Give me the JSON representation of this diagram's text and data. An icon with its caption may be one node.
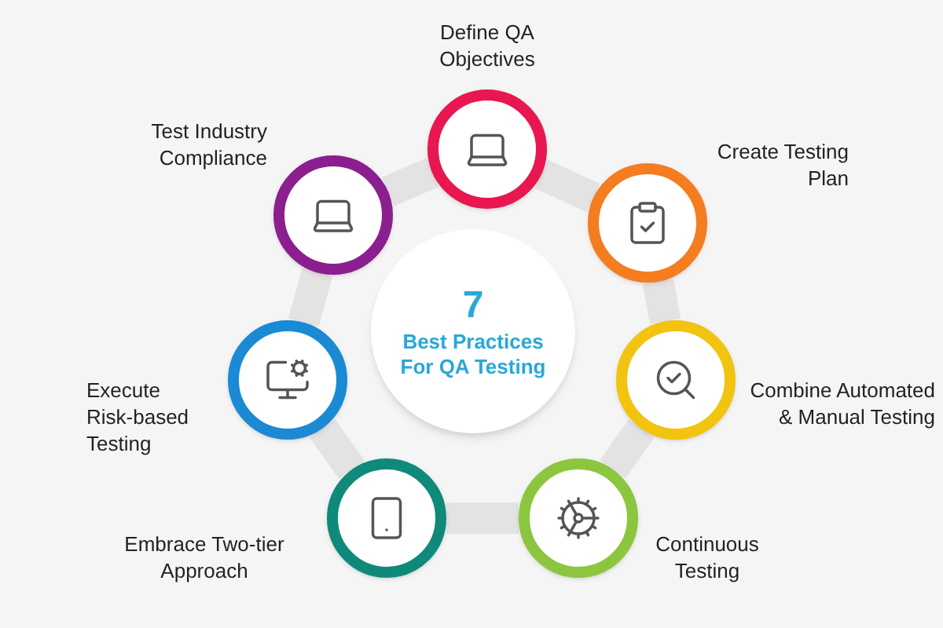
{
  "diagram": {
    "nodes": [
      {
        "text": [
          "7",
          "Best Practices For QA Testing"
        ]
      },
      {
        "text": [],
        "shape": "circle",
        "beside": [
          "Define QA Objectives"
        ]
      },
      {
        "text": [],
        "shape": "circle",
        "beside": [
          "Create Testing Plan"
        ]
      },
      {
        "text": [],
        "shape": "circle",
        "beside": [
          "Combine Automated & Manual Testing"
        ]
      },
      {
        "text": [],
        "shape": "circle",
        "beside": [
          "Continuous Testing"
        ]
      },
      {
        "text": [],
        "shape": "circle",
        "beside": [
          "Embrace Two-tier Approach"
        ]
      },
      {
        "text": [],
        "shape": "circle",
        "beside": [
          "Execute Risk-based Testing"
        ]
      },
      {
        "text": [],
        "shape": "circle",
        "beside": [
          "Test Industry Compliance"
        ]
      }
    ],
    "edges": [
      {
        "from": 1,
        "to": 2,
        "arrow": "none"
      },
      {
        "from": 2,
        "to": 3,
        "arrow": "none"
      },
      {
        "from": 3,
        "to": 4,
        "arrow": "none"
      },
      {
        "from": 4,
        "to": 5,
        "arrow": "none"
      },
      {
        "from": 5,
        "to": 6,
        "arrow": "none"
      },
      {
        "from": 6,
        "to": 7,
        "arrow": "none"
      },
      {
        "from": 7,
        "to": 1,
        "arrow": "none"
      }
    ]
  }
}
